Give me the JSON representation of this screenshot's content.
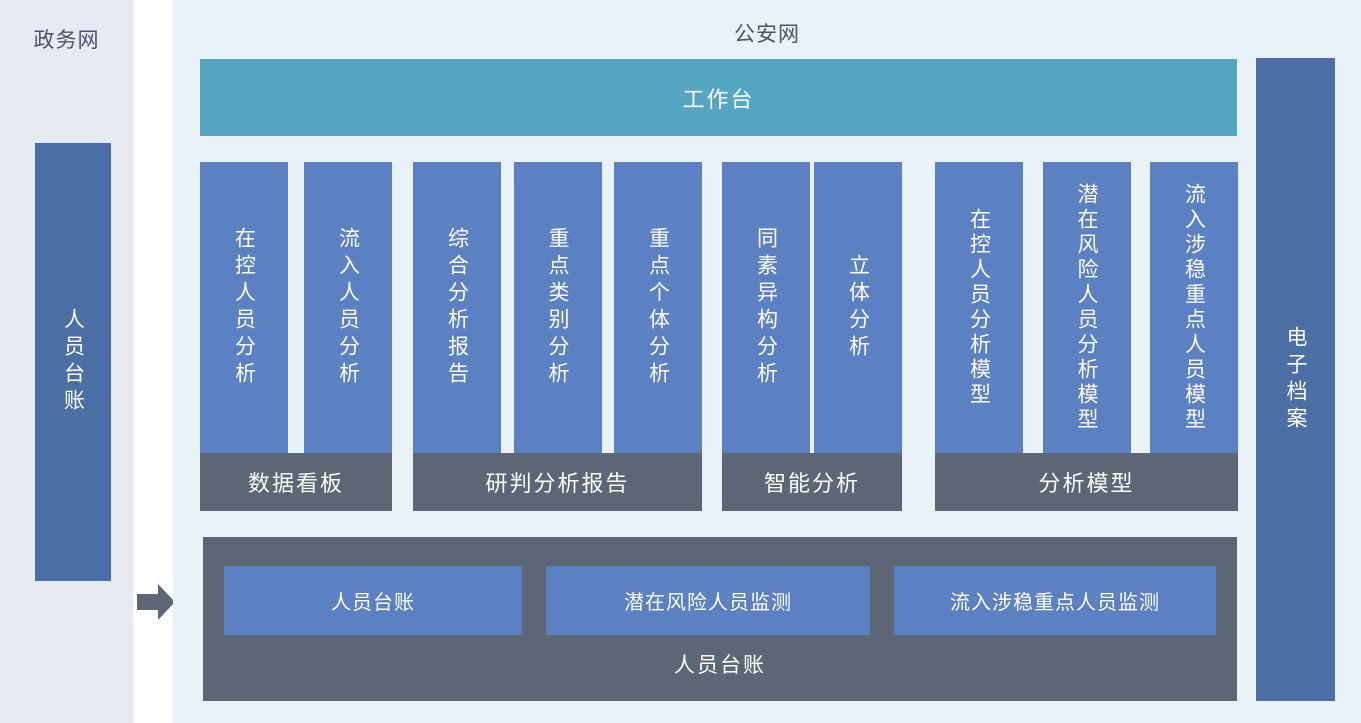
{
  "colors": {
    "gov_panel_bg": "#e8eaf3",
    "main_panel_bg": "#e9f2f7",
    "workbench_teal": "#55a6c3",
    "module_blue": "#5b81c3",
    "tall_bar_blue": "#4b6fa4",
    "slate_gray": "#5c6674",
    "title_text": "#4c5466",
    "bar_text": "#ffffff"
  },
  "gov_panel": {
    "title": "政务网",
    "bar_label": "人员台账"
  },
  "main_panel": {
    "title": "公安网",
    "workbench_label": "工作台",
    "groups": [
      {
        "footer": "数据看板",
        "columns": [
          "在控人员分析",
          "流入人员分析"
        ]
      },
      {
        "footer": "研判分析报告",
        "columns": [
          "综合分析报告",
          "重点类别分析",
          "重点个体分析"
        ]
      },
      {
        "footer": "智能分析",
        "columns": [
          "同素异构分析",
          "立体分析"
        ]
      },
      {
        "footer": "分析模型",
        "columns": [
          "在控人员分析模型",
          "潜在风险人员分析模型",
          "流入涉稳重点人员模型"
        ]
      }
    ],
    "bottom_box": {
      "buttons": [
        "人员台账",
        "潜在风险人员监测",
        "流入涉稳重点人员监测"
      ],
      "label": "人员台账"
    }
  },
  "archive_bar": {
    "label": "电子档案"
  }
}
